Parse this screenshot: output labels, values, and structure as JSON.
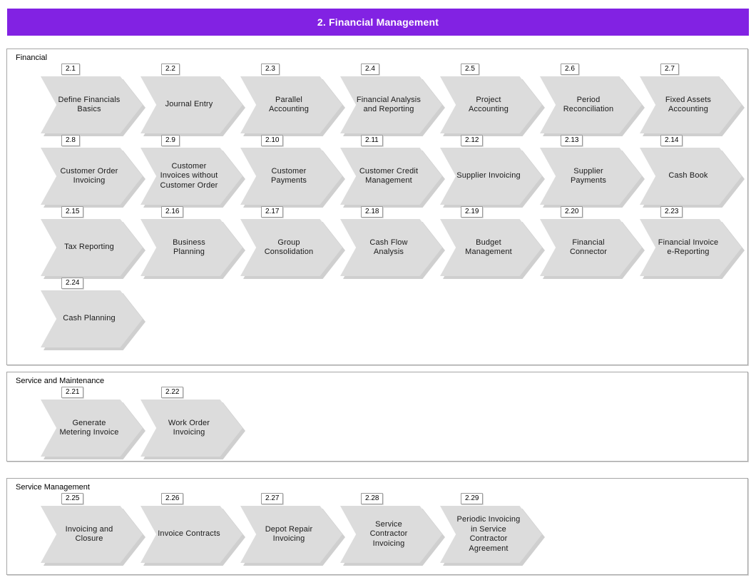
{
  "header": {
    "title": "2. Financial Management",
    "accent_color": "#8222e3",
    "text_color": "#ffffff"
  },
  "theme": {
    "chevron_fill": "#dcdcdc",
    "chevron_shadow": "#cfcfcf",
    "frame_border": "#a6a6a6",
    "badge_border": "#9a9a9a",
    "page_background": "#ffffff"
  },
  "sections": [
    {
      "label": "Financial",
      "rows": [
        [
          {
            "number": "2.1",
            "label": "Define Financials Basics"
          },
          {
            "number": "2.2",
            "label": "Journal Entry"
          },
          {
            "number": "2.3",
            "label": "Parallel Accounting"
          },
          {
            "number": "2.4",
            "label": "Financial Analysis and Reporting"
          },
          {
            "number": "2.5",
            "label": "Project Accounting"
          },
          {
            "number": "2.6",
            "label": "Period Reconciliation"
          },
          {
            "number": "2.7",
            "label": "Fixed Assets Accounting"
          }
        ],
        [
          {
            "number": "2.8",
            "label": "Customer Order Invoicing"
          },
          {
            "number": "2.9",
            "label": "Customer Invoices without Customer Order"
          },
          {
            "number": "2.10",
            "label": "Customer Payments"
          },
          {
            "number": "2.11",
            "label": "Customer Credit Management"
          },
          {
            "number": "2.12",
            "label": "Supplier Invoicing"
          },
          {
            "number": "2.13",
            "label": "Supplier Payments"
          },
          {
            "number": "2.14",
            "label": "Cash Book"
          }
        ],
        [
          {
            "number": "2.15",
            "label": "Tax Reporting"
          },
          {
            "number": "2.16",
            "label": "Business Planning"
          },
          {
            "number": "2.17",
            "label": "Group Consolidation"
          },
          {
            "number": "2.18",
            "label": "Cash Flow Analysis"
          },
          {
            "number": "2.19",
            "label": "Budget Management"
          },
          {
            "number": "2.20",
            "label": "Financial Connector"
          },
          {
            "number": "2.23",
            "label": "Financial Invoice e-Reporting"
          }
        ],
        [
          {
            "number": "2.24",
            "label": "Cash Planning"
          }
        ]
      ]
    },
    {
      "label": "Service and Maintenance",
      "rows": [
        [
          {
            "number": "2.21",
            "label": "Generate Metering Invoice"
          },
          {
            "number": "2.22",
            "label": "Work Order Invoicing"
          }
        ]
      ]
    },
    {
      "label": "Service Management",
      "rows": [
        [
          {
            "number": "2.25",
            "label": "Invoicing and Closure"
          },
          {
            "number": "2.26",
            "label": "Invoice Contracts"
          },
          {
            "number": "2.27",
            "label": "Depot Repair Invoicing"
          },
          {
            "number": "2.28",
            "label": "Service Contractor Invoicing"
          },
          {
            "number": "2.29",
            "label": "Periodic Invoicing in Service Contractor Agreement"
          }
        ]
      ]
    }
  ]
}
